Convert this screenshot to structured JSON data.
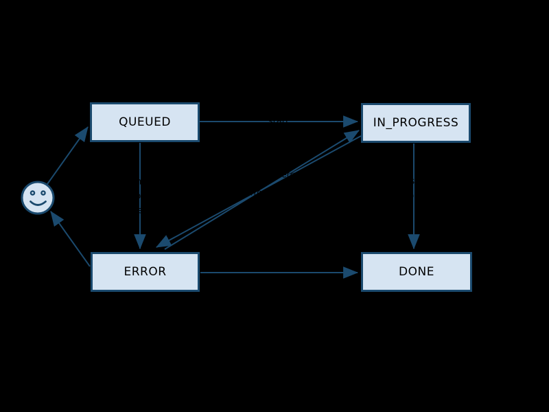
{
  "colors": {
    "background": "#000000",
    "node_fill": "#d6e4f2",
    "stroke": "#1b4a6e",
    "node_text": "#000000",
    "edge_label_text": "#000000"
  },
  "nodes": {
    "start": {
      "type": "smiley-start-state"
    },
    "queued": {
      "label": "QUEUED"
    },
    "in_progress": {
      "label": "IN_PROGRESS"
    },
    "error": {
      "label": "ERROR"
    },
    "done": {
      "label": "DONE"
    }
  },
  "edges": {
    "start_to_queued": {
      "from": "start",
      "to": "queued",
      "label": ""
    },
    "queued_to_in_progress": {
      "from": "queued",
      "to": "in_progress",
      "label": "start"
    },
    "queued_to_error": {
      "from": "queued",
      "to": "error",
      "label": "cancel\nor\ntimeout"
    },
    "in_progress_to_error": {
      "from": "in_progress",
      "to": "error",
      "label": "error"
    },
    "error_to_in_progress": {
      "from": "error",
      "to": "in_progress",
      "label": "retry"
    },
    "in_progress_to_done": {
      "from": "in_progress",
      "to": "done",
      "label": "finished\nok"
    },
    "error_to_done": {
      "from": "error",
      "to": "done",
      "label": ""
    },
    "error_to_start": {
      "from": "error",
      "to": "start",
      "label": ""
    }
  }
}
